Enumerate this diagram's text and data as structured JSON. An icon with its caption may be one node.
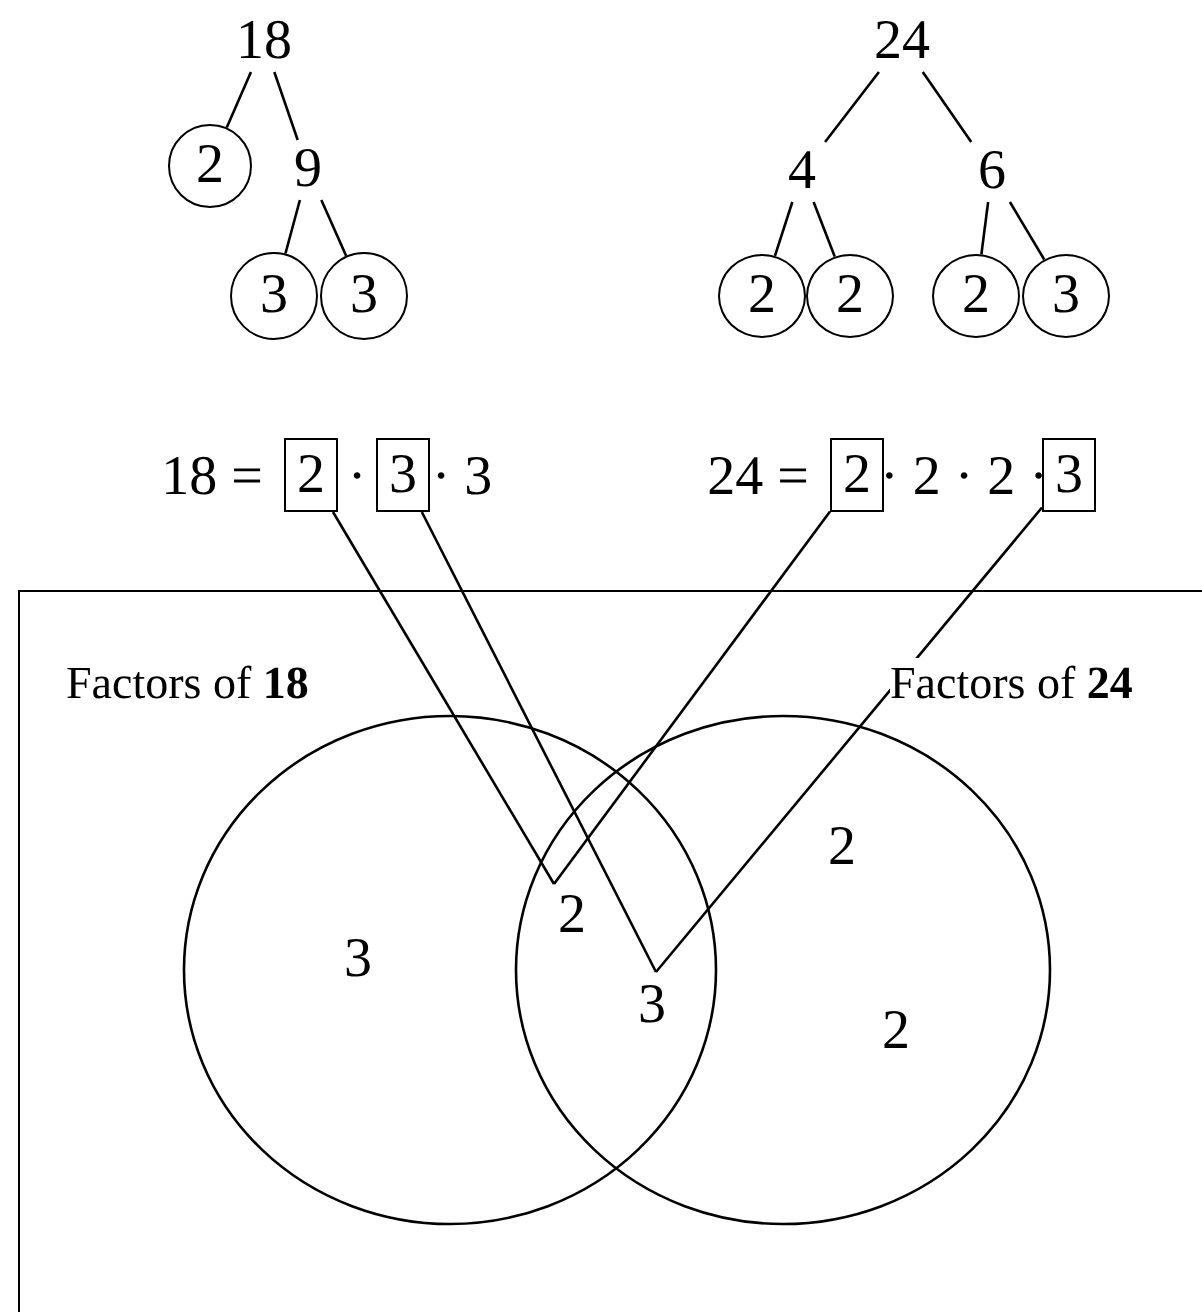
{
  "diagram": {
    "nodes": [
      {
        "text": [
          "18"
        ]
      },
      {
        "text": [
          "2"
        ]
      },
      {
        "text": [
          "9"
        ]
      },
      {
        "text": [
          "3"
        ]
      },
      {
        "text": [
          "3"
        ]
      },
      {
        "text": [
          "24"
        ]
      },
      {
        "text": [
          "4"
        ]
      },
      {
        "text": [
          "6"
        ]
      },
      {
        "text": [
          "2"
        ]
      },
      {
        "text": [
          "2"
        ]
      },
      {
        "text": [
          "2"
        ]
      },
      {
        "text": [
          "3"
        ]
      },
      {
        "text": [
          "2"
        ]
      },
      {
        "text": [
          "3"
        ]
      },
      {
        "text": [
          "2"
        ]
      },
      {
        "text": [
          "3"
        ]
      },
      {
        "text": [],
        "shape": "box"
      },
      {
        "text": [
          "Factors of **18**"
        ],
        "in": 16
      },
      {
        "text": [
          "Factors of **24**"
        ],
        "in": 16
      },
      {
        "text": [
          "2"
        ]
      },
      {
        "text": [
          "3"
        ]
      }
    ],
    "edges": [
      {
        "from": 0,
        "to": 1,
        "arrow": "none"
      },
      {
        "from": 0,
        "to": 2,
        "arrow": "none"
      },
      {
        "from": 2,
        "to": 3,
        "arrow": "none"
      },
      {
        "from": 2,
        "to": 4,
        "arrow": "none"
      },
      {
        "from": 5,
        "to": 6,
        "arrow": "none"
      },
      {
        "from": 5,
        "to": 7,
        "arrow": "none"
      },
      {
        "from": 6,
        "to": 8,
        "arrow": "none"
      },
      {
        "from": 6,
        "to": 9,
        "arrow": "none"
      },
      {
        "from": 7,
        "to": 10,
        "arrow": "none"
      },
      {
        "from": 7,
        "to": 11,
        "arrow": "none"
      },
      {
        "from": 12,
        "to": 19,
        "arrow": "none"
      },
      {
        "from": 14,
        "to": 19,
        "arrow": "none"
      },
      {
        "from": 13,
        "to": 20,
        "arrow": "none"
      },
      {
        "from": 15,
        "to": 20,
        "arrow": "none"
      }
    ],
    "labels": [
      "18 =",
      "·",
      "· 3",
      "24 =",
      "· 2 · 2 ·",
      "3",
      "2",
      "2"
    ]
  }
}
